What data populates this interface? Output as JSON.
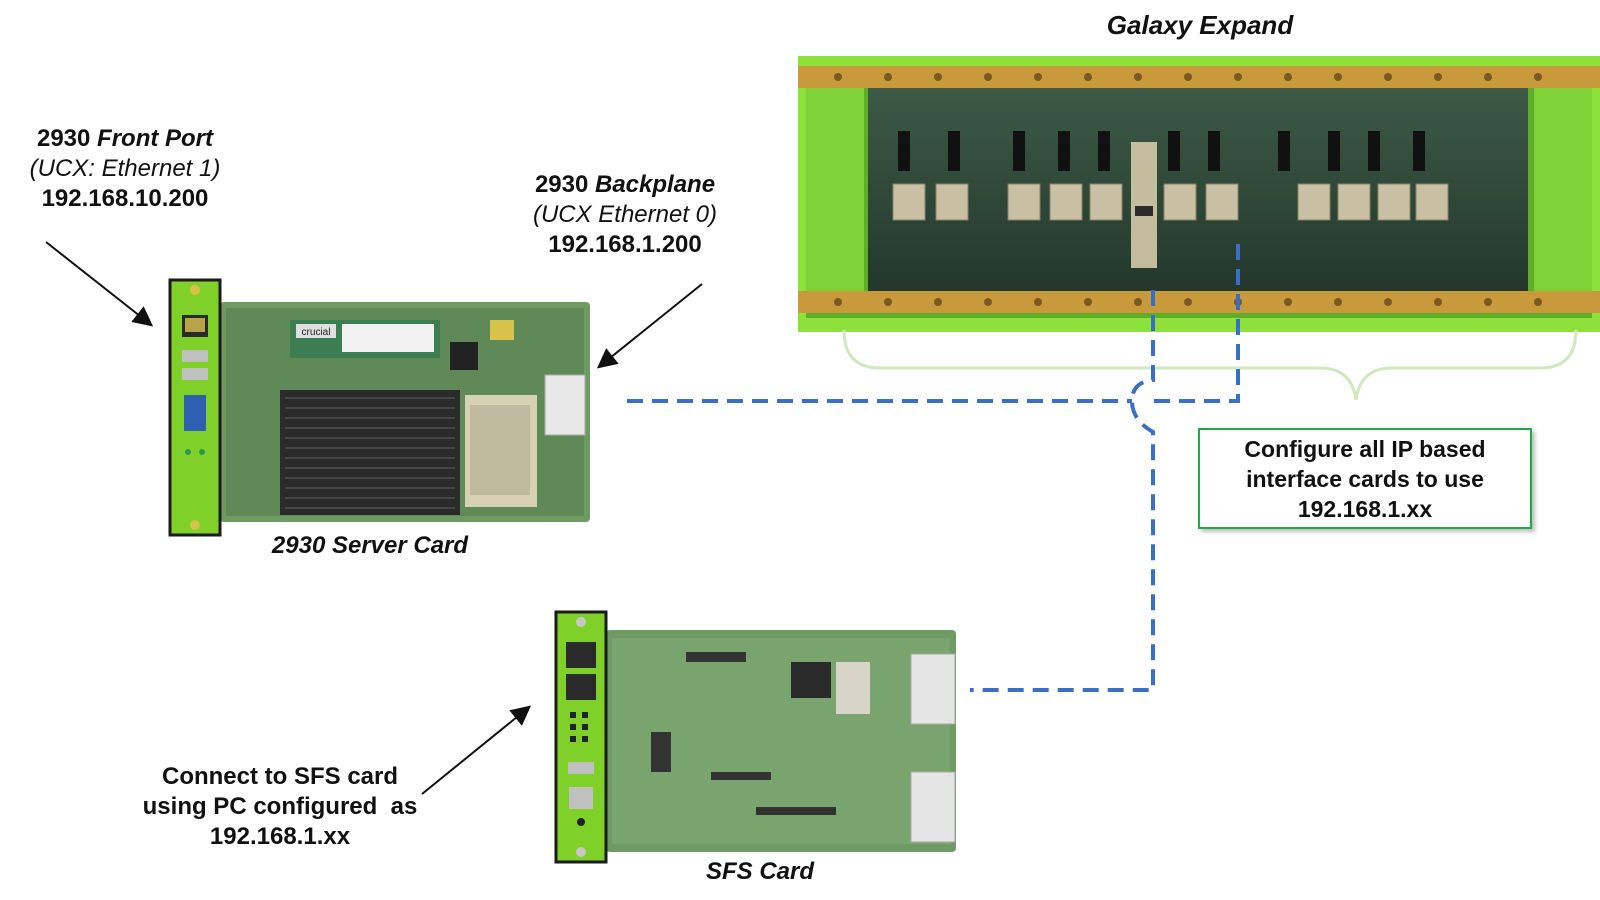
{
  "chassis": {
    "title": "Galaxy Expand"
  },
  "server_card": {
    "caption": "2930 Server Card",
    "front_port": {
      "model": "2930",
      "name": "Front Port",
      "detail": "(UCX: Ethernet 1)",
      "ip": "192.168.10.200"
    },
    "backplane": {
      "model": "2930",
      "name": "Backplane",
      "detail": "(UCX Ethernet 0)",
      "ip": "192.168.1.200"
    },
    "ram_brand": "crucial"
  },
  "callout": {
    "line1": "Configure all IP based",
    "line2": "interface cards to use",
    "line3": "192.168.1.xx"
  },
  "sfs_card": {
    "caption": "SFS Card",
    "note_line1": "Connect to SFS card",
    "note_line2": "using PC configured  as",
    "note_line3": "192.168.1.xx"
  },
  "colors": {
    "card_green": "#7fd12a",
    "pcb_green": "#6e9a64",
    "chassis_green": "#93e23a",
    "dashed_blue": "#3a6fc8",
    "callout_border": "#22a845"
  }
}
